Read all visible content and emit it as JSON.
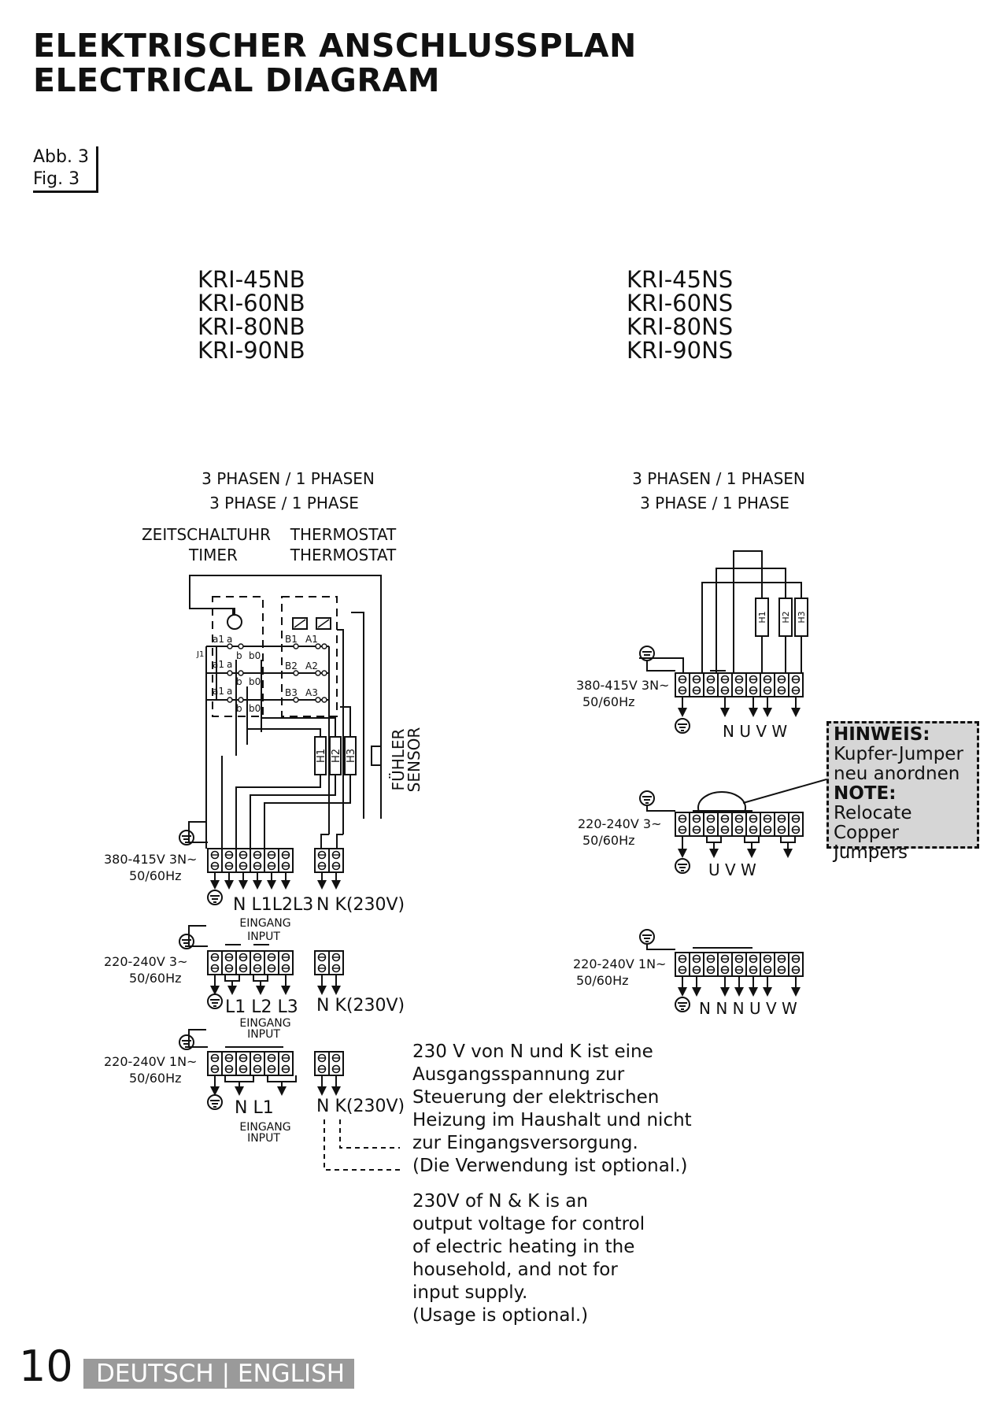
{
  "page": {
    "title_de": "ELEKTRISCHER ANSCHLUSSPLAN",
    "title_en": "ELECTRICAL DIAGRAM",
    "fig_de": "Abb. 3",
    "fig_en": "Fig. 3",
    "page_number": "10",
    "language_bar": "DEUTSCH | ENGLISH"
  },
  "models": {
    "left": [
      "KRI-45NB",
      "KRI-60NB",
      "KRI-80NB",
      "KRI-90NB"
    ],
    "right": [
      "KRI-45NS",
      "KRI-60NS",
      "KRI-80NS",
      "KRI-90NS"
    ]
  },
  "left_diagram": {
    "phase_de": "3 PHASEN / 1 PHASEN",
    "phase_en": "3 PHASE / 1 PHASE",
    "timer_de": "ZEITSCHALTUHR",
    "timer_en": "TIMER",
    "thermostat_de": "THERMOSTAT",
    "thermostat_en": "THERMOSTAT",
    "sensor_de": "FÜHLER",
    "sensor_en": "SENSOR",
    "timer_contacts": [
      "a1",
      "a",
      "b",
      "b0",
      "a1",
      "a",
      "b",
      "b0",
      "a1",
      "a",
      "b",
      "b0"
    ],
    "thermo_contacts": [
      "B1",
      "A1",
      "B2",
      "A2",
      "B3",
      "A3"
    ],
    "j1": "J1",
    "heaters": [
      "H1",
      "H2",
      "H3"
    ],
    "block1": {
      "voltage": "380-415V 3N~",
      "freq": "50/60Hz",
      "terminals": "N  L1L2L3",
      "nk": "N K(230V)",
      "input_de": "EINGANG",
      "input_en": "INPUT"
    },
    "block2": {
      "voltage": "220-240V 3~",
      "freq": "50/60Hz",
      "terminals": "L1  L2   L3",
      "nk": "N K(230V)",
      "input_de": "EINGANG",
      "input_en": "INPUT"
    },
    "block3": {
      "voltage": "220-240V 1N~",
      "freq": "50/60Hz",
      "terminals": "N      L1",
      "nk": "N K(230V)",
      "input_de": "EINGANG",
      "input_en": "INPUT"
    }
  },
  "right_diagram": {
    "phase_de": "3 PHASEN / 1 PHASEN",
    "phase_en": "3 PHASE / 1 PHASE",
    "heaters": [
      "H1",
      "H2",
      "H3"
    ],
    "block1": {
      "voltage": "380-415V 3N~",
      "freq": "50/60Hz",
      "terminals": "N   U V W"
    },
    "block2": {
      "voltage": "220-240V 3~",
      "freq": "50/60Hz",
      "terminals": "U     V     W"
    },
    "block3": {
      "voltage": "220-240V 1N~",
      "freq": "50/60Hz",
      "terminals": "N N N U V W"
    }
  },
  "hint": {
    "title_de": "HINWEIS:",
    "text_de": [
      "Kupfer-Jumper",
      "neu anordnen"
    ],
    "title_en": "NOTE:",
    "text_en": [
      "Relocate Copper",
      "Jumpers"
    ]
  },
  "caption_de": [
    "230 V von N und K ist eine",
    "Ausgangsspannung zur",
    "Steuerung der elektrischen",
    "Heizung im Haushalt und nicht",
    "zur Eingangsversorgung.",
    "(Die Verwendung ist optional.)"
  ],
  "caption_en": [
    "230V of N & K is an",
    "output voltage for control",
    "of electric heating in the",
    "household, and not for",
    "input supply.",
    "(Usage is optional.)"
  ]
}
